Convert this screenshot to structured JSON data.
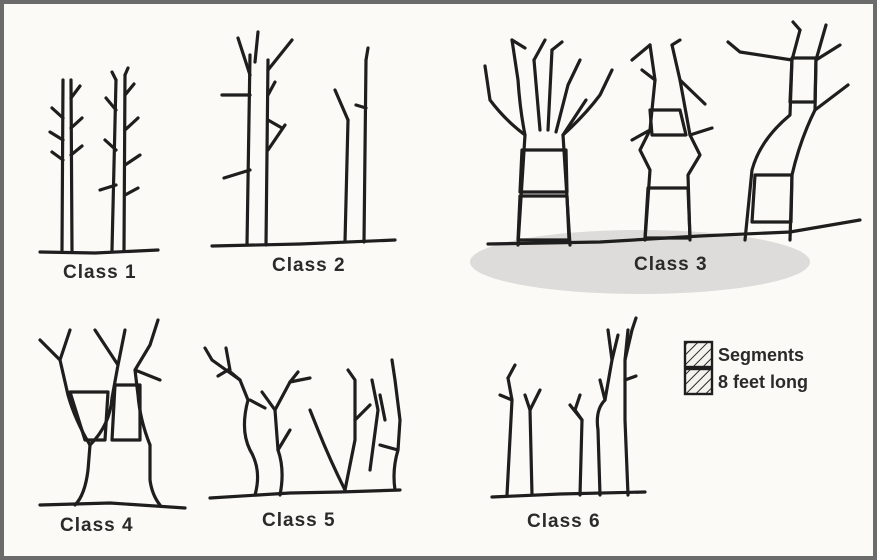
{
  "classes": [
    {
      "label": "Class 1"
    },
    {
      "label": "Class 2"
    },
    {
      "label": "Class 3"
    },
    {
      "label": "Class 4"
    },
    {
      "label": "Class 5"
    },
    {
      "label": "Class 6"
    }
  ],
  "legend": {
    "line1": "Segments",
    "line2": "8 feet long"
  }
}
